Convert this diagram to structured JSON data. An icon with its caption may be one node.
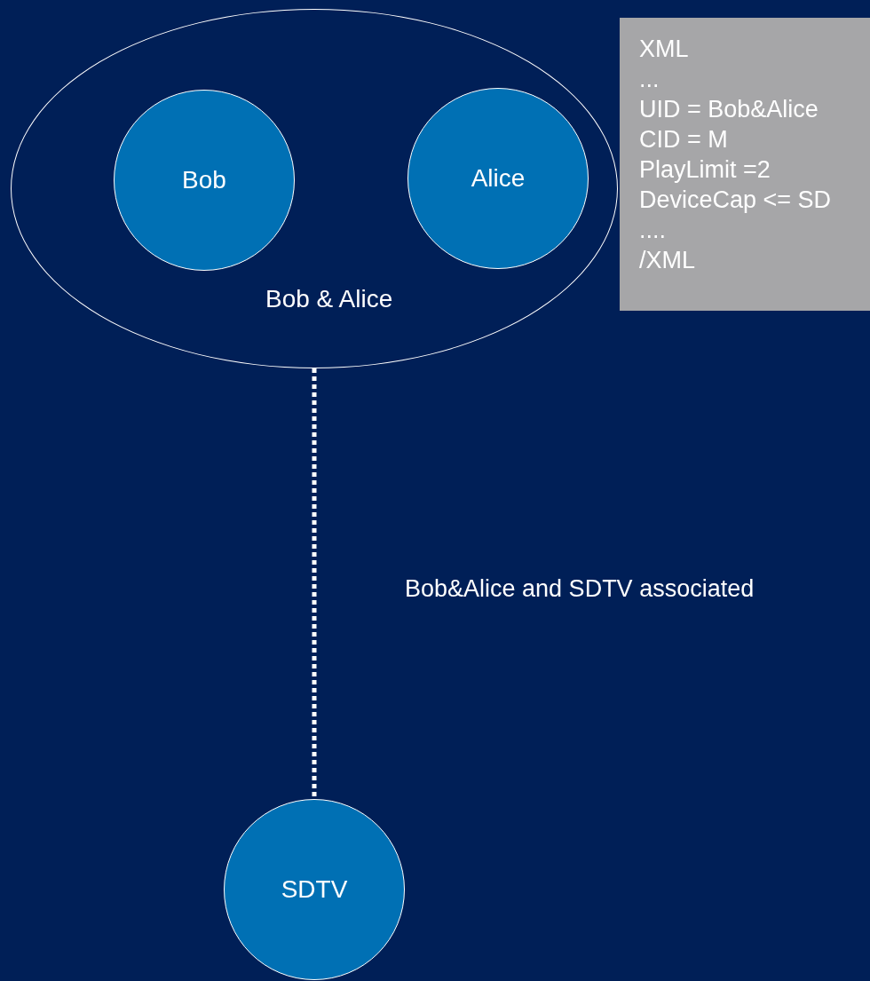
{
  "diagram": {
    "nodes": [
      {
        "text": [
          "Bob & Alice"
        ]
      },
      {
        "text": [
          "Bob"
        ],
        "in": 0
      },
      {
        "text": [
          "Alice"
        ],
        "in": 0
      },
      {
        "text": [
          "XML",
          "...",
          "UID = Bob&Alice",
          "CID = M",
          "PlayLimit =2",
          "DeviceCap <= SD",
          "....",
          "/XML"
        ]
      },
      {
        "text": [
          "SDTV"
        ]
      }
    ],
    "edges": [
      {
        "from": 0,
        "to": 4,
        "arrow": "none",
        "style": "dashed",
        "label": "Bob&Alice and SDTV associated"
      }
    ]
  }
}
